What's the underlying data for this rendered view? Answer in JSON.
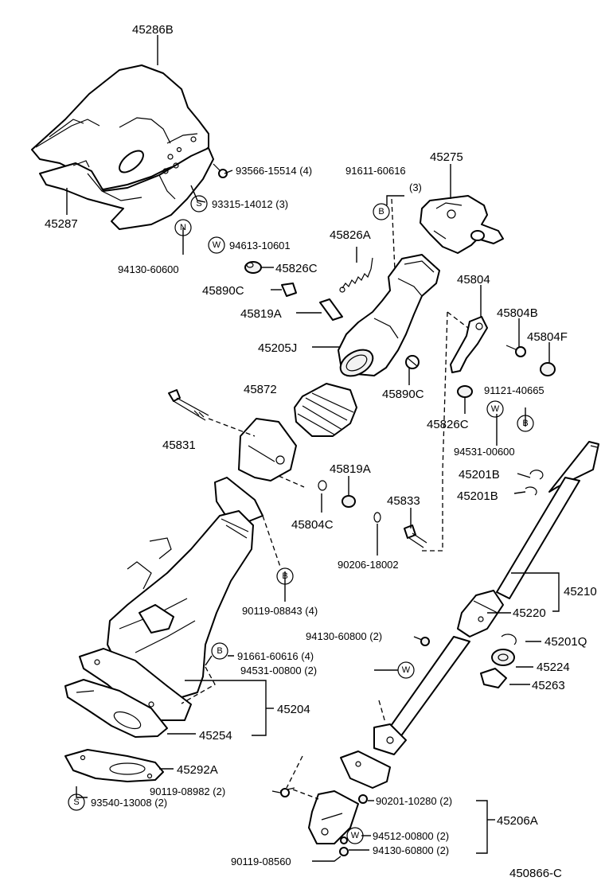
{
  "diagram_id": "450866-C",
  "labels": {
    "p45286B": "45286B",
    "p45287": "45287",
    "p93566": "93566-15514 (4)",
    "p93315": "93315-14012 (3)",
    "p91611": "91611-60616",
    "p91611q": "(3)",
    "p45275": "45275",
    "p94613": "94613-10601",
    "p94130a": "94130-60600",
    "p45826A": "45826A",
    "p45826C_a": "45826C",
    "p45890C_a": "45890C",
    "p45819A_a": "45819A",
    "p45205J": "45205J",
    "p45804": "45804",
    "p45804B": "45804B",
    "p45804F": "45804F",
    "p45890C_b": "45890C",
    "p45872": "45872",
    "p91121": "91121-40665",
    "p45826C_b": "45826C",
    "p94531a": "94531-00600",
    "p45831": "45831",
    "p45819A_b": "45819A",
    "p45804C": "45804C",
    "p45833": "45833",
    "p45201B_a": "45201B",
    "p45201B_b": "45201B",
    "p90206": "90206-18002",
    "p90119a": "90119-08843 (4)",
    "p45210": "45210",
    "p45220": "45220",
    "p94130b": "94130-60800 (2)",
    "p91661": "91661-60616 (4)",
    "p94531b": "94531-00800 (2)",
    "p45201Q": "45201Q",
    "p45224": "45224",
    "p45263": "45263",
    "p45204": "45204",
    "p45254": "45254",
    "p45292A": "45292A",
    "p93540": "93540-13008 (2)",
    "p90119b": "90119-08982 (2)",
    "p90201": "90201-10280 (2)",
    "p45206A": "45206A",
    "p94512": "94512-00800 (2)",
    "p94130c": "94130-60800 (2)",
    "p90119c": "90119-08560"
  },
  "badges": {
    "S": "S",
    "B": "B",
    "N": "N",
    "W": "W"
  }
}
